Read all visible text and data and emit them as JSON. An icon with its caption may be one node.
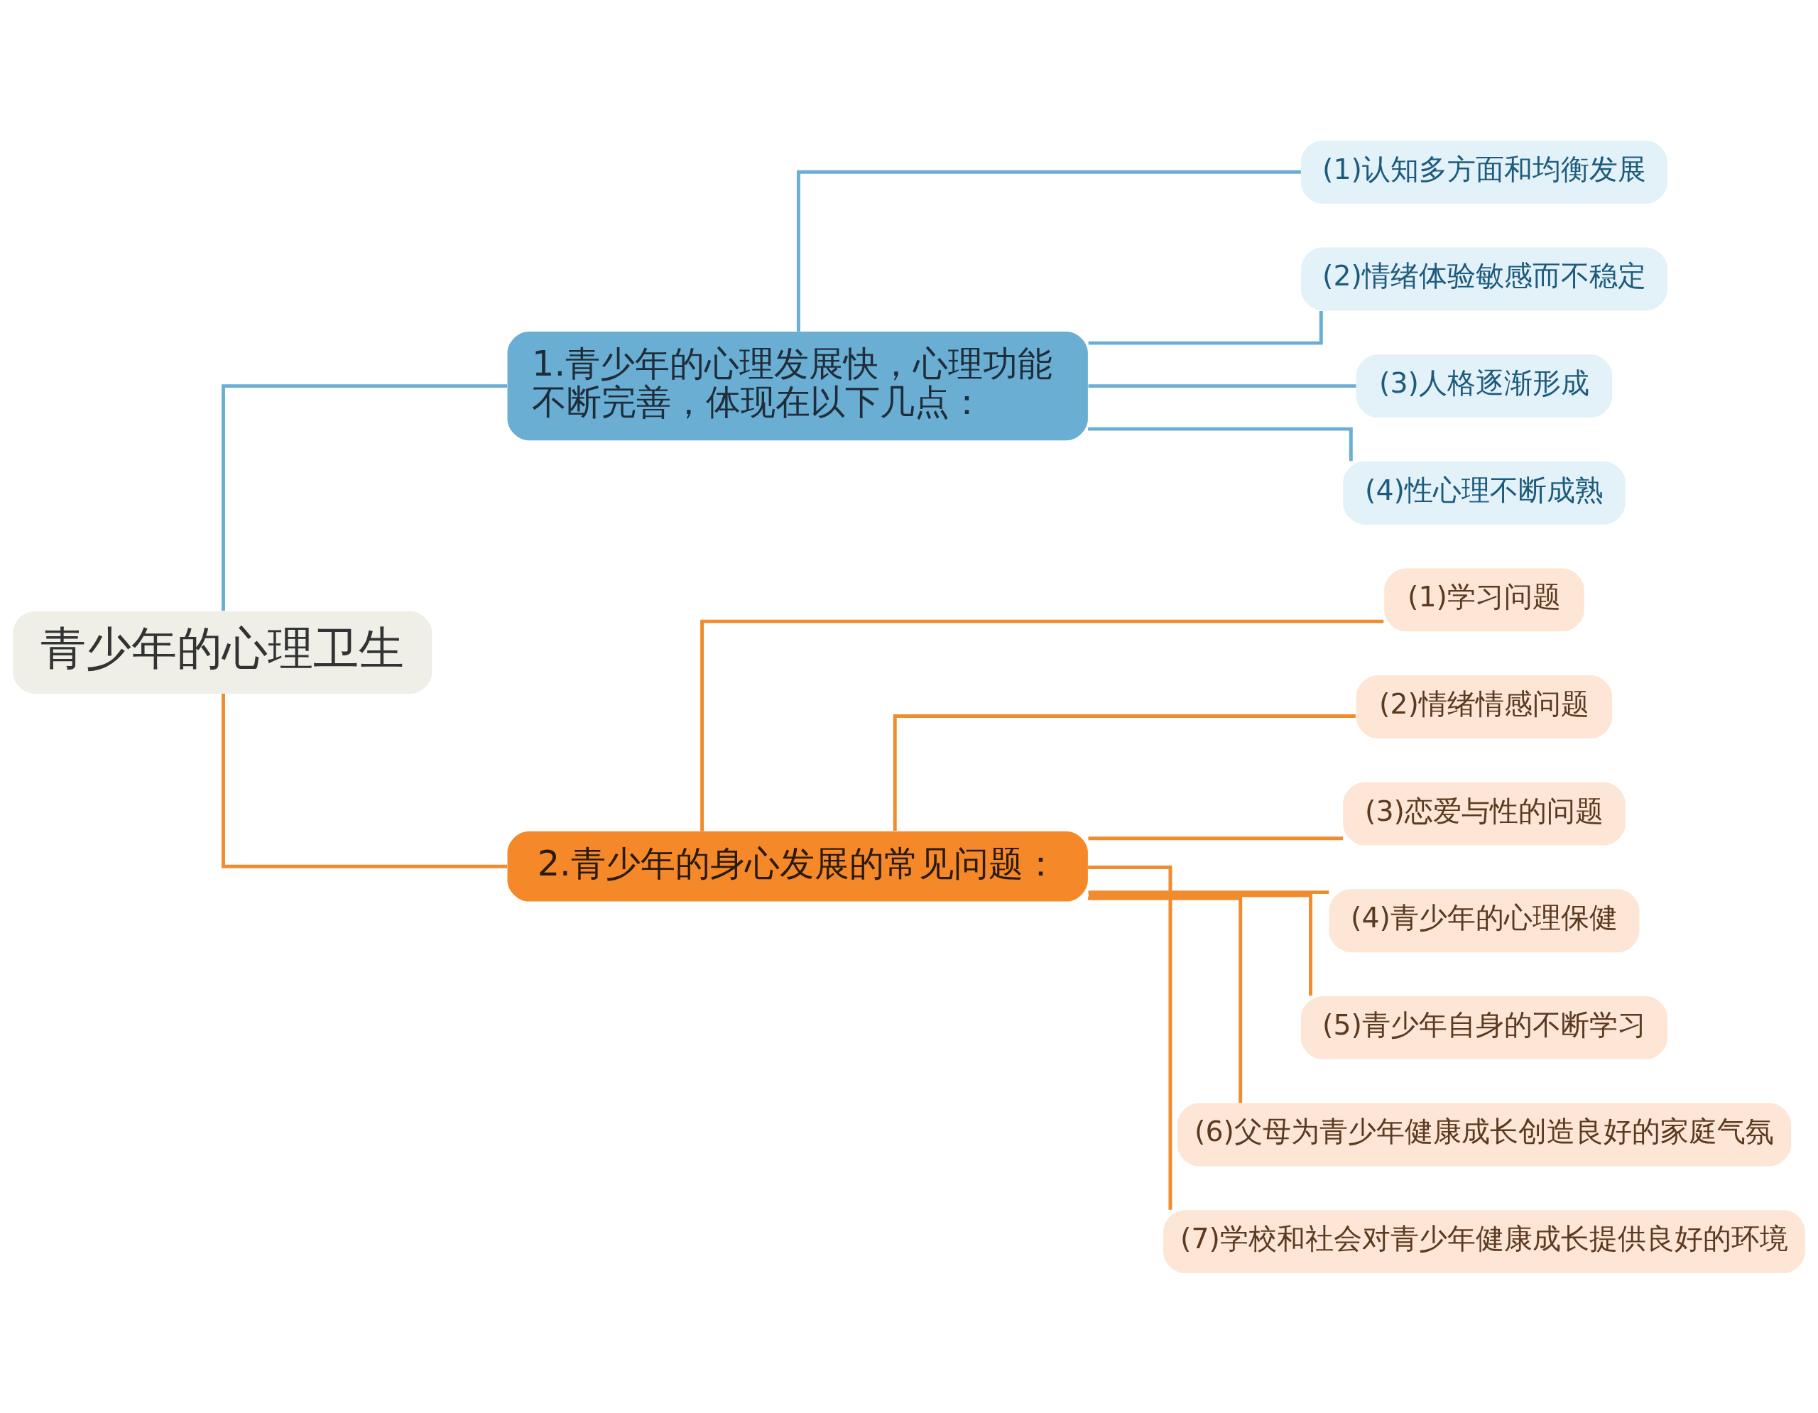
{
  "diagram": {
    "nodes": [
      {
        "text": [
          "青少年的心理卫生"
        ]
      },
      {
        "text": [
          "1.青少年的心理发展快，心理功能不断完善，体现在以下几点："
        ]
      },
      {
        "text": [
          "(1)认知多方面和均衡发展"
        ]
      },
      {
        "text": [
          "(2)情绪体验敏感而不稳定"
        ]
      },
      {
        "text": [
          "(3)人格逐渐形成"
        ]
      },
      {
        "text": [
          "(4)性心理不断成熟"
        ]
      },
      {
        "text": [
          "2.青少年的身心发展的常见问题："
        ]
      },
      {
        "text": [
          "(1)学习问题"
        ]
      },
      {
        "text": [
          "(2)情绪情感问题"
        ]
      },
      {
        "text": [
          "(3)恋爱与性的问题"
        ]
      },
      {
        "text": [
          "(4)青少年的心理保健"
        ]
      },
      {
        "text": [
          "(5)青少年自身的不断学习"
        ]
      },
      {
        "text": [
          "(6)父母为青少年健康成长创造良好的家庭气氛"
        ]
      },
      {
        "text": [
          "(7)学校和社会对青少年健康成长提供良好的环境"
        ]
      }
    ],
    "edges": [
      {
        "from": 0,
        "to": 1,
        "arrow": "none",
        "color": "#6aafd3"
      },
      {
        "from": 1,
        "to": 2,
        "arrow": "none",
        "color": "#6aafd3"
      },
      {
        "from": 1,
        "to": 3,
        "arrow": "none",
        "color": "#6aafd3"
      },
      {
        "from": 1,
        "to": 4,
        "arrow": "none",
        "color": "#6aafd3"
      },
      {
        "from": 1,
        "to": 5,
        "arrow": "none",
        "color": "#6aafd3"
      },
      {
        "from": 0,
        "to": 6,
        "arrow": "none"
      },
      {
        "from": 6,
        "to": 7,
        "arrow": "none"
      },
      {
        "from": 6,
        "to": 8,
        "arrow": "none"
      },
      {
        "from": 6,
        "to": 9,
        "arrow": "none"
      },
      {
        "from": 6,
        "to": 10,
        "arrow": "none"
      },
      {
        "from": 6,
        "to": 11,
        "arrow": "none"
      },
      {
        "from": 6,
        "to": 12,
        "arrow": "none"
      },
      {
        "from": 6,
        "to": 13,
        "arrow": "none"
      }
    ]
  }
}
